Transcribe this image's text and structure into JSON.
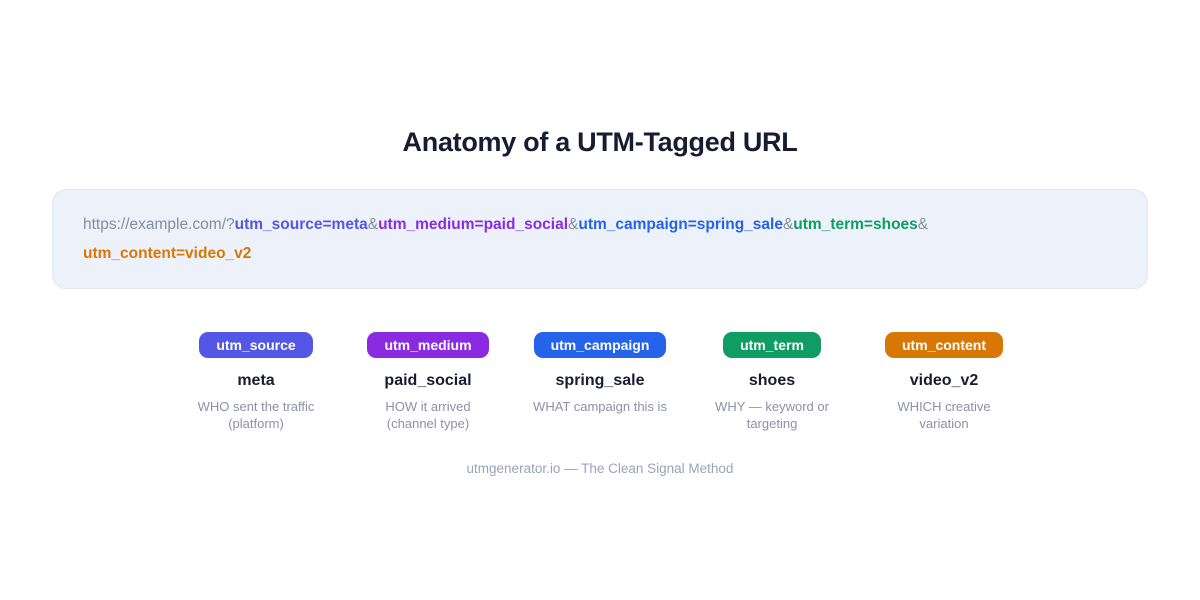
{
  "title": "Anatomy of a UTM-Tagged URL",
  "url_bar": {
    "lines": [
      [
        {
          "text": "https://example.com/?",
          "color": "#848da1",
          "bold": false,
          "name": "url-base"
        },
        {
          "text": "utm_source=meta",
          "color": "#5457e5",
          "bold": true,
          "name": "url-param-source"
        },
        {
          "text": "&",
          "color": "#848da1",
          "bold": false,
          "name": "url-ampersand"
        },
        {
          "text": "utm_medium=paid_social",
          "color": "#8a2be2",
          "bold": true,
          "name": "url-param-medium"
        },
        {
          "text": "&",
          "color": "#848da1",
          "bold": false,
          "name": "url-ampersand"
        },
        {
          "text": "utm_campaign=spring_sale",
          "color": "#2563eb",
          "bold": true,
          "name": "url-param-campaign"
        },
        {
          "text": "&",
          "color": "#848da1",
          "bold": false,
          "name": "url-ampersand"
        },
        {
          "text": "utm_term=shoes",
          "color": "#0f9d63",
          "bold": true,
          "name": "url-param-term"
        },
        {
          "text": "&",
          "color": "#848da1",
          "bold": false,
          "name": "url-ampersand"
        }
      ],
      [
        {
          "text": "utm_content=video_v2",
          "color": "#d97706",
          "bold": true,
          "name": "url-param-content"
        }
      ]
    ]
  },
  "params": [
    {
      "label": "utm_source",
      "badge_color": "#5457e5",
      "value": "meta",
      "description": "WHO sent the traffic (platform)"
    },
    {
      "label": "utm_medium",
      "badge_color": "#8a2be2",
      "value": "paid_social",
      "description": "HOW it arrived (channel type)"
    },
    {
      "label": "utm_campaign",
      "badge_color": "#2563eb",
      "value": "spring_sale",
      "description": "WHAT campaign this is"
    },
    {
      "label": "utm_term",
      "badge_color": "#0f9d63",
      "value": "shoes",
      "description": "WHY — keyword or targeting"
    },
    {
      "label": "utm_content",
      "badge_color": "#d97706",
      "value": "video_v2",
      "description": "WHICH creative variation"
    }
  ],
  "footer": "utmgenerator.io — The Clean Signal Method",
  "theme": {
    "page_bg": "#ffffff",
    "url_box_bg": "#edf1f9",
    "url_box_border": "#e2e7f2",
    "title_color": "#171c33",
    "muted_text": "#848da1",
    "desc_text": "#8a92a6",
    "footer_color": "#9aa3bd"
  }
}
